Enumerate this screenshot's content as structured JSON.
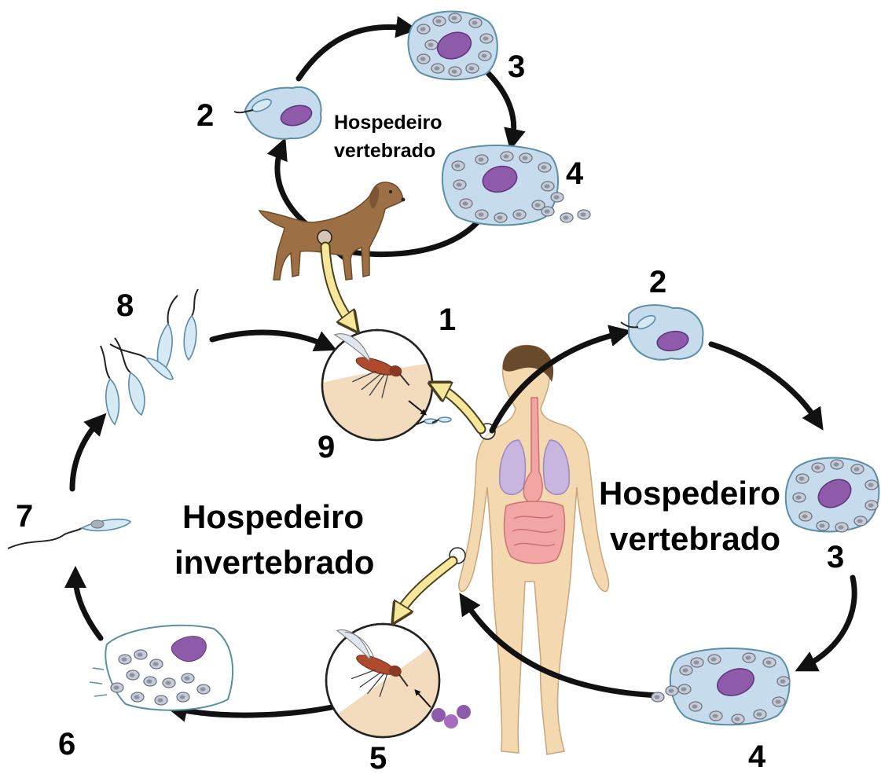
{
  "labels": {
    "top_host": [
      "Hospedeiro",
      "vertebrado"
    ],
    "right_host": [
      "Hospedeiro",
      "vertebrado"
    ],
    "invertebrate_host": [
      "Hospedeiro",
      "invertebrado"
    ]
  },
  "stage_numbers": {
    "top_2": "2",
    "top_3": "3",
    "top_4": "4",
    "s1": "1",
    "right_2": "2",
    "right_3": "3",
    "right_4": "4",
    "s5": "5",
    "s6": "6",
    "s7": "7",
    "s8": "8",
    "s9": "9"
  },
  "colors": {
    "skin": "#f4d9b0",
    "dog": "#9c6f44",
    "cell": "#c6dcec",
    "nucleus": "#8e5bab",
    "transfer_arrow": "#f7e79a"
  }
}
